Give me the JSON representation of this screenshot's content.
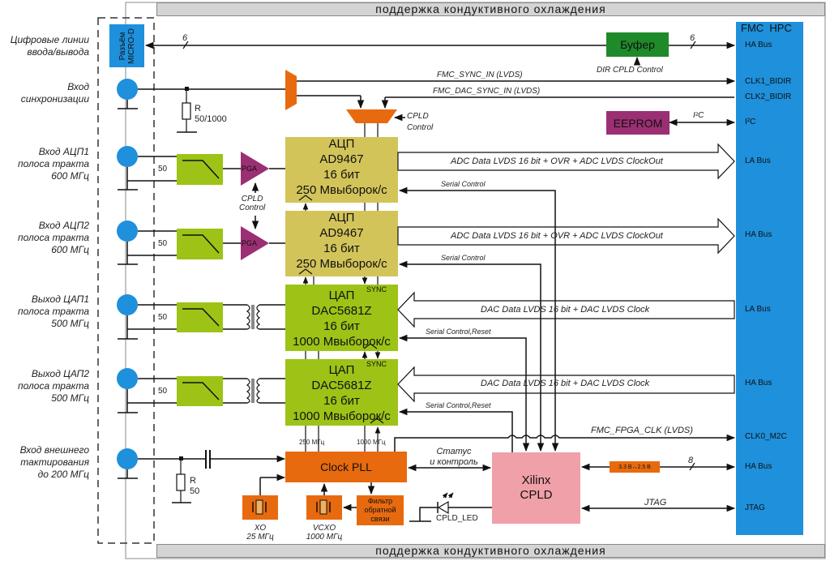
{
  "colors": {
    "fmc_blue": "#1e90dc",
    "connector_blue": "#1e90dc",
    "buffer_green": "#1f8a2a",
    "eeprom_purple": "#9b2f73",
    "adc_yellow": "#d3c45a",
    "dac_green": "#9cc316",
    "pll_orange": "#e86a0e",
    "cpld_pink": "#f0a0a8",
    "pga_purple": "#9b2f73",
    "band_gray": "#d4d4d4"
  },
  "bands": {
    "top": "поддержка кондуктивного охлаждения",
    "bottom": "поддержка кондуктивного охлаждения"
  },
  "left_labels": {
    "digital_io": [
      "Цифровые линии",
      "ввода/вывода"
    ],
    "sync_input": [
      "Вход",
      "синхронизации"
    ],
    "adc1_input": [
      "Вход АЦП1",
      "полоса тракта",
      "600 МГц"
    ],
    "adc2_input": [
      "Вход АЦП2",
      "полоса тракта",
      "600 МГц"
    ],
    "dac1_output": [
      "Выход ЦАП1",
      "полоса тракта",
      "500 МГц"
    ],
    "dac2_output": [
      "Выход ЦАП2",
      "полоса тракта",
      "500 МГц"
    ],
    "ext_clock_input": [
      "Вход внешнего",
      "тактирования",
      "до 200 МГц"
    ]
  },
  "connector": {
    "line1": "Разъём",
    "line2": "MICRO-D"
  },
  "buffer": {
    "label": "Буфер",
    "control": "DIR CPLD Control",
    "width_label": "6"
  },
  "io_width_label": "6",
  "eeprom": {
    "label": "EEPROM",
    "bus": "I²C"
  },
  "resistors": {
    "sync": {
      "name": "R",
      "value": "50/1000"
    },
    "clock": {
      "name": "R",
      "value": "50"
    }
  },
  "termination": [
    "50",
    "50",
    "50",
    "50"
  ],
  "sync_mux_control": [
    "CPLD",
    "Control"
  ],
  "pga": {
    "label": "PGA",
    "control": [
      "CPLD",
      "Control"
    ]
  },
  "signals": {
    "fmc_sync_in": "FMC_SYNC_IN (LVDS)",
    "fmc_dac_sync_in": "FMC_DAC_SYNC_IN (LVDS)",
    "adc_data": "ADC Data LVDS 16 bit + OVR + ADC LVDS ClockOut",
    "dac_data": "DAC Data LVDS 16 bit + DAC LVDS Clock",
    "serial_control": "Serial Control",
    "serial_control_reset": "Serial Control,Reset",
    "fmc_fpga_clk": "FMC_FPGA_CLK (LVDS)",
    "status_control": [
      "Статус",
      "и контроль"
    ],
    "jtag": "JTAG",
    "ha_width": "8",
    "clk_250": "250 МГц",
    "clk_1000": "1000 МГц"
  },
  "adcs": [
    {
      "title": "АЦП",
      "part": "AD9467",
      "bits": "16 бит",
      "rate": "250 Мвыборок/с"
    },
    {
      "title": "АЦП",
      "part": "AD9467",
      "bits": "16 бит",
      "rate": "250 Мвыборок/с"
    }
  ],
  "dacs": [
    {
      "title": "ЦАП",
      "part": "DAC5681Z",
      "bits": "16 бит",
      "rate": "1000 Мвыборок/с",
      "sync": "SYNC"
    },
    {
      "title": "ЦАП",
      "part": "DAC5681Z",
      "bits": "16 бит",
      "rate": "1000 Мвыборок/с",
      "sync": "SYNC"
    }
  ],
  "clock_pll": {
    "label": "Clock PLL"
  },
  "xo": {
    "name": "XO",
    "freq": "25 МГц"
  },
  "vcxo": {
    "name": "VCXO",
    "freq": "1000 МГц"
  },
  "loop_filter": [
    "Фильтр",
    "обратной",
    "связи"
  ],
  "cpld": {
    "line1": "Xilinx",
    "line2": "CPLD",
    "led": "CPLD_LED"
  },
  "level_shifter": "3.3 В↔2.5 В",
  "fmc": {
    "title": "FMC  HPC",
    "pins": {
      "ha_bus_top": "HA Bus",
      "clk1": "CLK1_BIDIR",
      "clk2": "CLK2_BIDIR",
      "i2c": "I²C",
      "la_bus_adc1": "LA Bus",
      "ha_bus_adc2": "HA Bus",
      "la_bus_dac1": "LA Bus",
      "ha_bus_dac2": "HA Bus",
      "clk0": "CLK0_M2C",
      "ha_bus_cpld": "HA Bus",
      "jtag": "JTAG"
    }
  }
}
